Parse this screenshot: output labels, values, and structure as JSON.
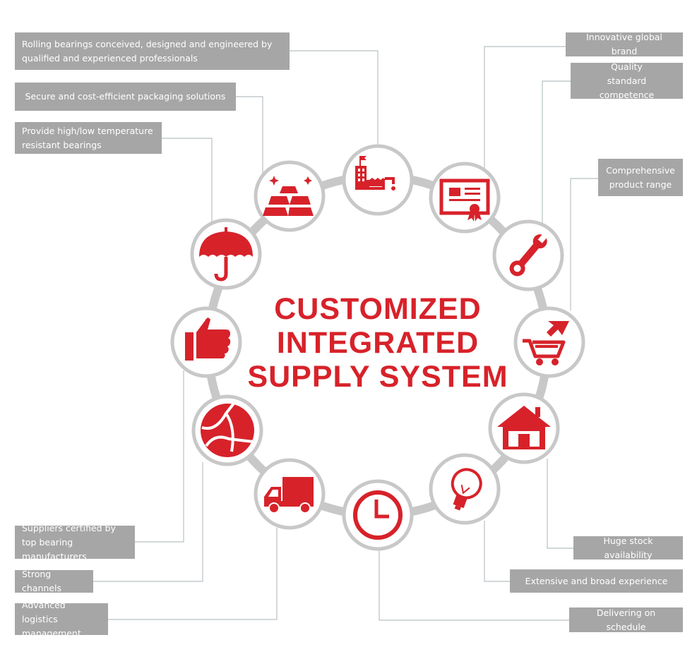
{
  "title": {
    "line1": "CUSTOMIZED",
    "line2": "INTEGRATED",
    "line3": "SUPPLY SYSTEM"
  },
  "colors": {
    "accent": "#d7222a",
    "box": "#a6a6a6",
    "ring": "#c8c8c8",
    "connector": "#b8c0c4"
  },
  "left_labels": [
    "Rolling bearings conceived, designed and engineered by qualified and experienced professionals",
    "Secure and cost-efficient packaging solutions",
    "Provide high/low temperature resistant bearings",
    "Suppliers certified by top bearing manufacturers",
    "Strong channels",
    "Advanced logistics management"
  ],
  "right_labels": [
    "Innovative global brand",
    "Quality standard competence",
    "Comprehensive product range",
    "Huge stock availability",
    "Extensive and broad experience",
    "Delivering on schedule"
  ],
  "icons": [
    "factory-icon",
    "certificate-icon",
    "wrench-icon",
    "cart-icon",
    "house-icon",
    "lightbulb-icon",
    "clock-icon",
    "truck-icon",
    "globe-icon",
    "thumbs-up-icon",
    "umbrella-icon",
    "gold-bars-icon"
  ]
}
